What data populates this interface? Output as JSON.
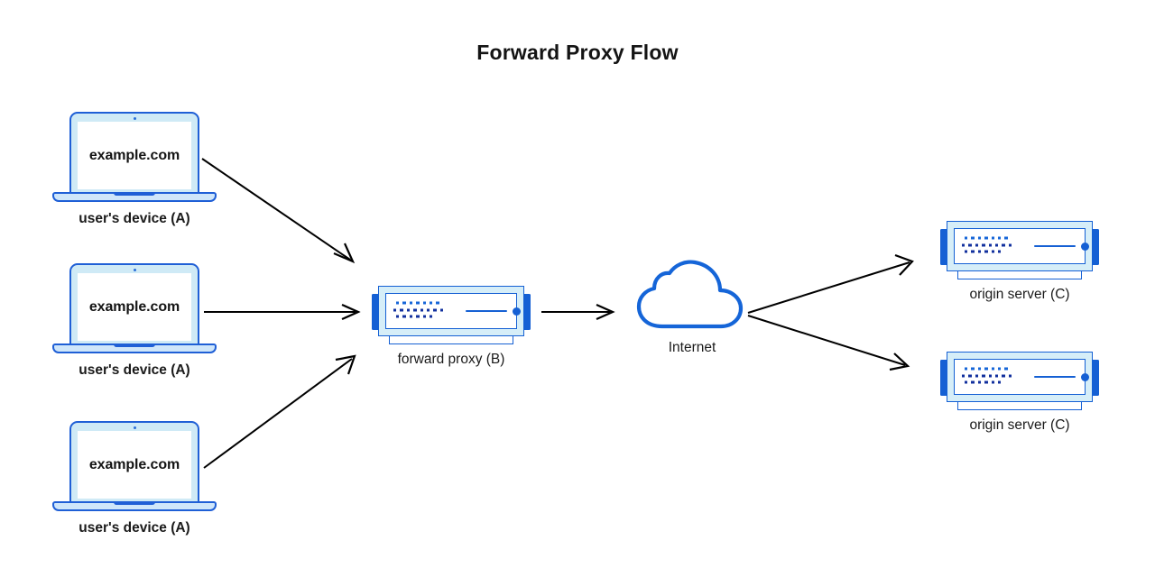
{
  "title": "Forward Proxy Flow",
  "colors": {
    "background": "#ffffff",
    "title_text": "#141414",
    "label_text": "#1a1a1a",
    "device_stroke": "#1f5fd6",
    "device_bezel": "#cfeaf6",
    "device_base": "#cfe6fa",
    "server_stroke": "#1560d4",
    "server_band": "#d6eef8",
    "led_blue": "#1666d8",
    "led_navy": "#12309e",
    "cloud_stroke": "#1565d8",
    "arrow": "#000000"
  },
  "nodes": {
    "devices": [
      {
        "label": "user's device (A)",
        "screen_text": "example.com"
      },
      {
        "label": "user's device (A)",
        "screen_text": "example.com"
      },
      {
        "label": "user's device (A)",
        "screen_text": "example.com"
      }
    ],
    "proxy": {
      "label": "forward proxy (B)",
      "icon": "server-icon"
    },
    "internet": {
      "label": "Internet",
      "icon": "cloud-icon"
    },
    "origins": [
      {
        "label": "origin server (C)",
        "icon": "server-icon"
      },
      {
        "label": "origin server (C)",
        "icon": "server-icon"
      }
    ]
  },
  "edges": [
    {
      "from": "user's device (A)",
      "to": "forward proxy (B)",
      "direction": "down-right"
    },
    {
      "from": "user's device (A)",
      "to": "forward proxy (B)",
      "direction": "right"
    },
    {
      "from": "user's device (A)",
      "to": "forward proxy (B)",
      "direction": "up-right"
    },
    {
      "from": "forward proxy (B)",
      "to": "Internet",
      "direction": "right"
    },
    {
      "from": "Internet",
      "to": "origin server (C)",
      "direction": "up-right"
    },
    {
      "from": "Internet",
      "to": "origin server (C)",
      "direction": "down-right"
    }
  ]
}
